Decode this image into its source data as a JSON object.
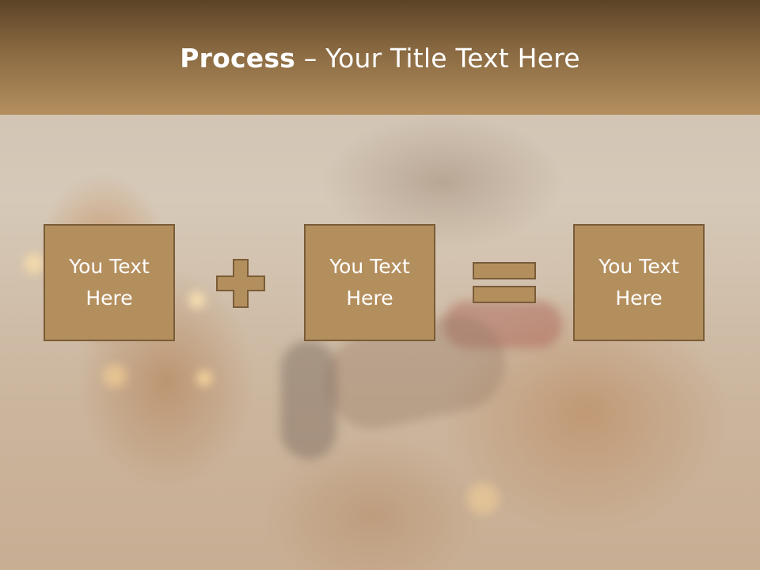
{
  "slide": {
    "title_bold": "Process",
    "title_rest": " – Your Title Text Here"
  },
  "process": {
    "boxes": [
      {
        "label": "You Text\nHere"
      },
      {
        "label": "You Text\nHere"
      },
      {
        "label": "You Text\nHere"
      }
    ],
    "operators": [
      "plus-icon",
      "equals-icon"
    ]
  },
  "colors": {
    "header_dark": "#5c4327",
    "header_light": "#b48f5e",
    "box_fill": "#b48f5e",
    "box_border": "#7a5c38",
    "text": "#ffffff"
  }
}
